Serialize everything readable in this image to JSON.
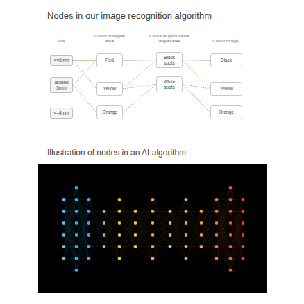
{
  "diagram": {
    "title": "Nodes in our image recognition algorithm",
    "caption": "Illustration of nodes in an AI algorithm",
    "nodes": [
      {
        "text": [
          ">=6mm"
        ]
      },
      {
        "text": [
          "around 5mm"
        ]
      },
      {
        "text": [
          "<=4mm"
        ]
      },
      {
        "text": [
          "Red"
        ]
      },
      {
        "text": [
          "Yellow"
        ]
      },
      {
        "text": [
          "Orange"
        ]
      },
      {
        "text": [
          "Black spots"
        ]
      },
      {
        "text": [
          "White spots"
        ]
      },
      {
        "text": [
          "Black"
        ]
      },
      {
        "text": [
          "Yellow"
        ]
      },
      {
        "text": [
          "Orange"
        ]
      }
    ],
    "edges": [
      {
        "from": 0,
        "to": 3,
        "arrow": "none"
      },
      {
        "from": 0,
        "to": 4,
        "arrow": "none"
      },
      {
        "from": 1,
        "to": 3,
        "arrow": "none"
      },
      {
        "from": 1,
        "to": 5,
        "arrow": "none"
      },
      {
        "from": 3,
        "to": 6,
        "arrow": "none"
      },
      {
        "from": 4,
        "to": 6,
        "arrow": "none"
      },
      {
        "from": 5,
        "to": 7,
        "arrow": "none"
      },
      {
        "from": 4,
        "to": 7,
        "arrow": "none"
      },
      {
        "from": 6,
        "to": 8,
        "arrow": "none"
      },
      {
        "from": 6,
        "to": 9,
        "arrow": "none"
      },
      {
        "from": 7,
        "to": 10,
        "arrow": "none"
      },
      {
        "from": 7,
        "to": 9,
        "arrow": "none"
      }
    ],
    "labels": [
      "Size",
      "Colour of largest area",
      "Colour of spots inside largest area",
      "Colour of legs"
    ]
  }
}
